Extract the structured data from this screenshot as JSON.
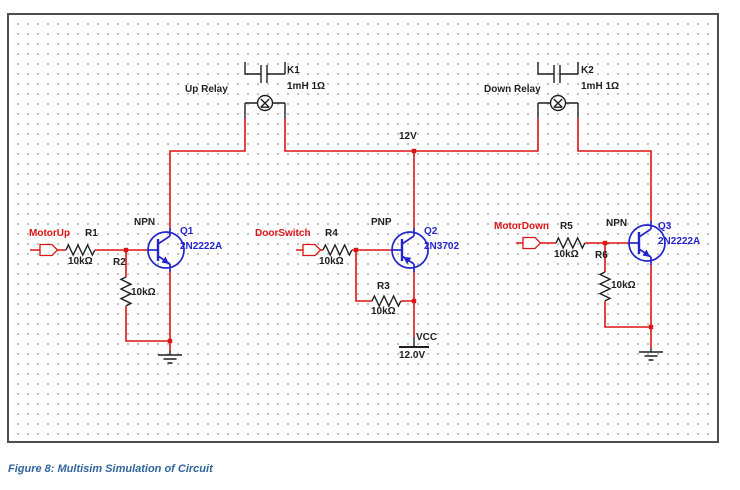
{
  "colors": {
    "red": "#dd1414",
    "blue": "#2424cc",
    "black": "#1f1f1f",
    "grid": "#b0b0b0",
    "border": "#4d4d4d",
    "caption": "#31659C"
  },
  "caption": "Figure 8: Multisim Simulation of Circuit",
  "rails": {
    "top_rail": "12V",
    "vcc_label": "VCC",
    "vcc_value": "12.0V"
  },
  "relays": {
    "k1": {
      "name": "Up Relay",
      "ref": "K1",
      "value": "1mH 1Ω"
    },
    "k2": {
      "name": "Down Relay",
      "ref": "K2",
      "value": "1mH 1Ω"
    }
  },
  "connectors": {
    "motor_up": "MotorUp",
    "door_switch": "DoorSwitch",
    "motor_down": "MotorDown"
  },
  "transistors": {
    "q1": {
      "type": "NPN",
      "ref": "Q1",
      "part": "2N2222A"
    },
    "q2": {
      "type": "PNP",
      "ref": "Q2",
      "part": "2N3702"
    },
    "q3": {
      "type": "NPN",
      "ref": "Q3",
      "part": "2N2222A"
    }
  },
  "resistors": {
    "r1": {
      "ref": "R1",
      "value": "10kΩ"
    },
    "r2": {
      "ref": "R2",
      "value": "10kΩ"
    },
    "r3": {
      "ref": "R3",
      "value": "10kΩ"
    },
    "r4": {
      "ref": "R4",
      "value": "10kΩ"
    },
    "r5": {
      "ref": "R5",
      "value": "10kΩ"
    },
    "r6": {
      "ref": "R6",
      "value": "10kΩ"
    }
  }
}
